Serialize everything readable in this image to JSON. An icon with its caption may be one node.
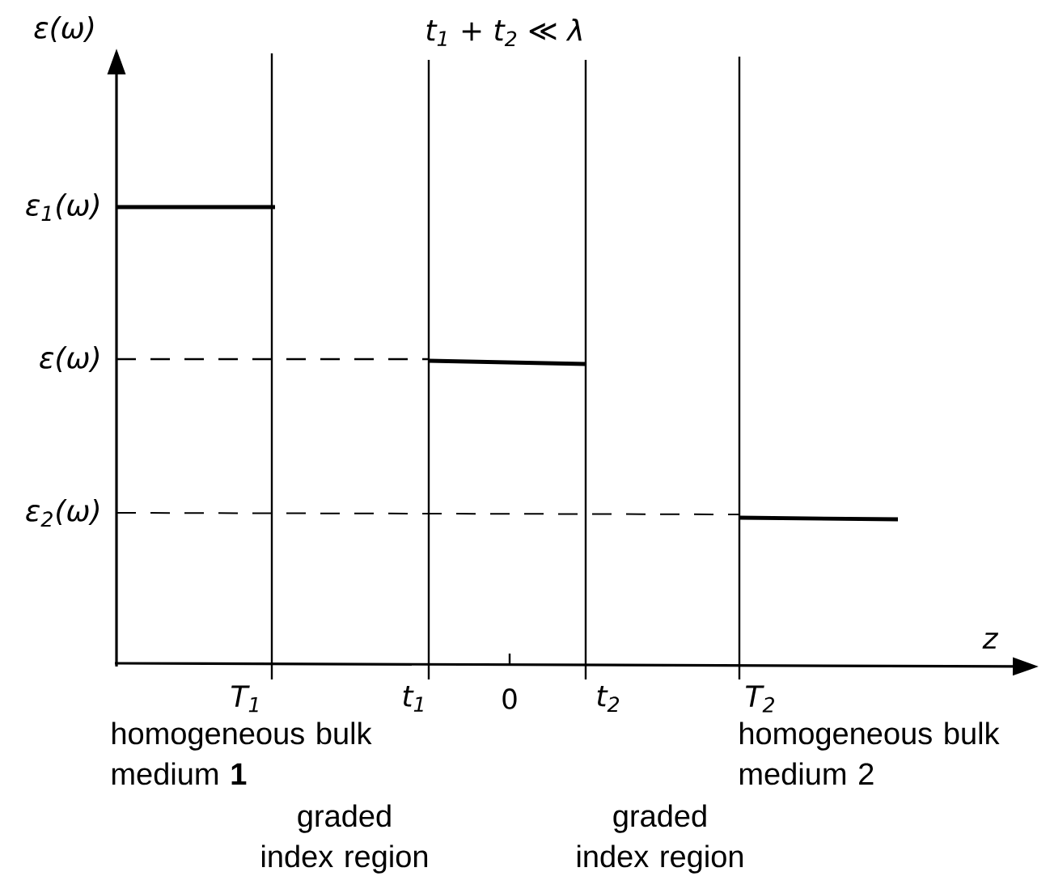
{
  "diagram": {
    "labels": [
      "ε(ω)",
      "t$_{1}$ + t$_{2}$ ≪ λ",
      "ε$_{1}$(ω)",
      "ε(ω)",
      "ε$_{2}$(ω)",
      "z",
      "T$_{1}$",
      "t$_{1}$",
      "0",
      "t$_{2}$",
      "T$_{2}$",
      "homogeneous bulk medium **1**",
      "homogeneous bulk medium 2",
      "graded index region",
      "graded index region"
    ]
  }
}
